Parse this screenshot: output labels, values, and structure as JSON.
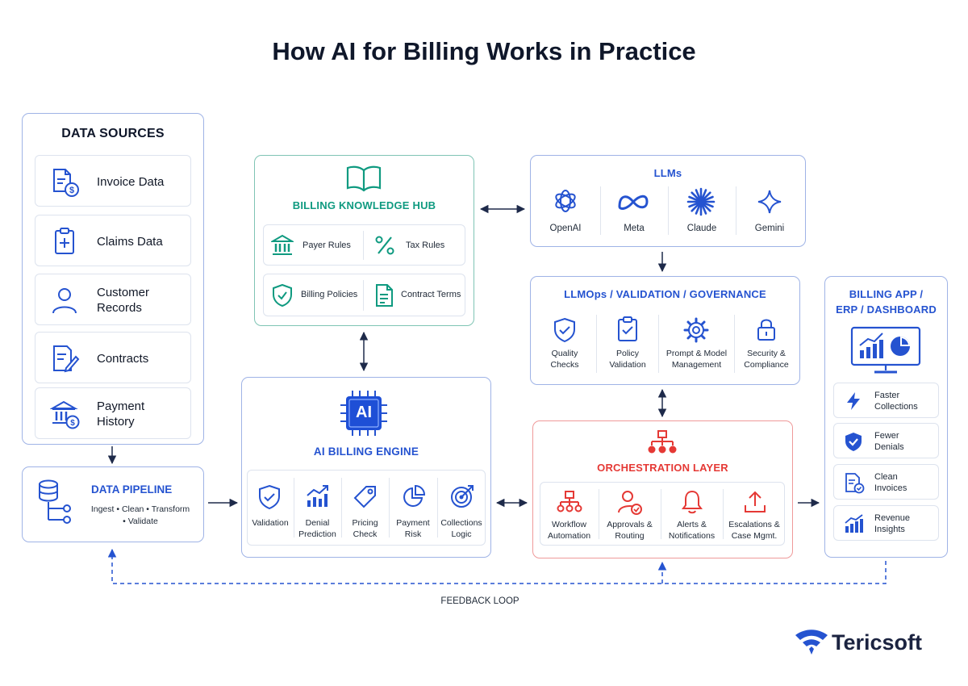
{
  "title": "How AI for Billing Works in Practice",
  "data_sources": {
    "header": "DATA SOURCES",
    "items": [
      {
        "label": "Invoice Data"
      },
      {
        "label": "Claims Data"
      },
      {
        "label": "Customer Records"
      },
      {
        "label": "Contracts"
      },
      {
        "label": "Payment History"
      }
    ]
  },
  "pipeline": {
    "header": "DATA PIPELINE",
    "line1": "Ingest • Clean • Transform",
    "line2": "• Validate"
  },
  "knowledge_hub": {
    "header": "BILLING KNOWLEDGE HUB",
    "items": [
      {
        "label": "Payer Rules"
      },
      {
        "label": "Tax Rules"
      },
      {
        "label": "Billing Policies"
      },
      {
        "label": "Contract Terms"
      }
    ]
  },
  "llms": {
    "header": "LLMs",
    "items": [
      {
        "label": "OpenAI"
      },
      {
        "label": "Meta"
      },
      {
        "label": "Claude"
      },
      {
        "label": "Gemini"
      }
    ]
  },
  "llmops": {
    "header": "LLMOps / VALIDATION / GOVERNANCE",
    "items": [
      {
        "l1": "Quality",
        "l2": "Checks"
      },
      {
        "l1": "Policy",
        "l2": "Validation"
      },
      {
        "l1": "Prompt & Model",
        "l2": "Management"
      },
      {
        "l1": "Security &",
        "l2": "Compliance"
      }
    ]
  },
  "engine": {
    "chip_text": "AI",
    "header": "AI BILLING ENGINE",
    "items": [
      {
        "l1": "Validation",
        "l2": ""
      },
      {
        "l1": "Denial",
        "l2": "Prediction"
      },
      {
        "l1": "Pricing",
        "l2": "Check"
      },
      {
        "l1": "Payment",
        "l2": "Risk"
      },
      {
        "l1": "Collections",
        "l2": "Logic"
      }
    ]
  },
  "orchestration": {
    "header": "ORCHESTRATION LAYER",
    "items": [
      {
        "l1": "Workflow",
        "l2": "Automation"
      },
      {
        "l1": "Approvals &",
        "l2": "Routing"
      },
      {
        "l1": "Alerts &",
        "l2": "Notifications"
      },
      {
        "l1": "Escalations &",
        "l2": "Case Mgmt."
      }
    ]
  },
  "billing_app": {
    "header1": "BILLING APP /",
    "header2": "ERP / DASHBOARD",
    "items": [
      {
        "l1": "Faster",
        "l2": "Collections"
      },
      {
        "l1": "Fewer",
        "l2": "Denials"
      },
      {
        "l1": "Clean",
        "l2": "Invoices"
      },
      {
        "l1": "Revenue",
        "l2": "Insights"
      }
    ]
  },
  "feedback_label": "FEEDBACK LOOP",
  "brand": "Tericsoft",
  "colors": {
    "navy": "#1e3a8a",
    "blue": "#2553d0",
    "teal": "#0f9a80",
    "red": "#e53935",
    "border_blue": "#9fb3e6"
  }
}
